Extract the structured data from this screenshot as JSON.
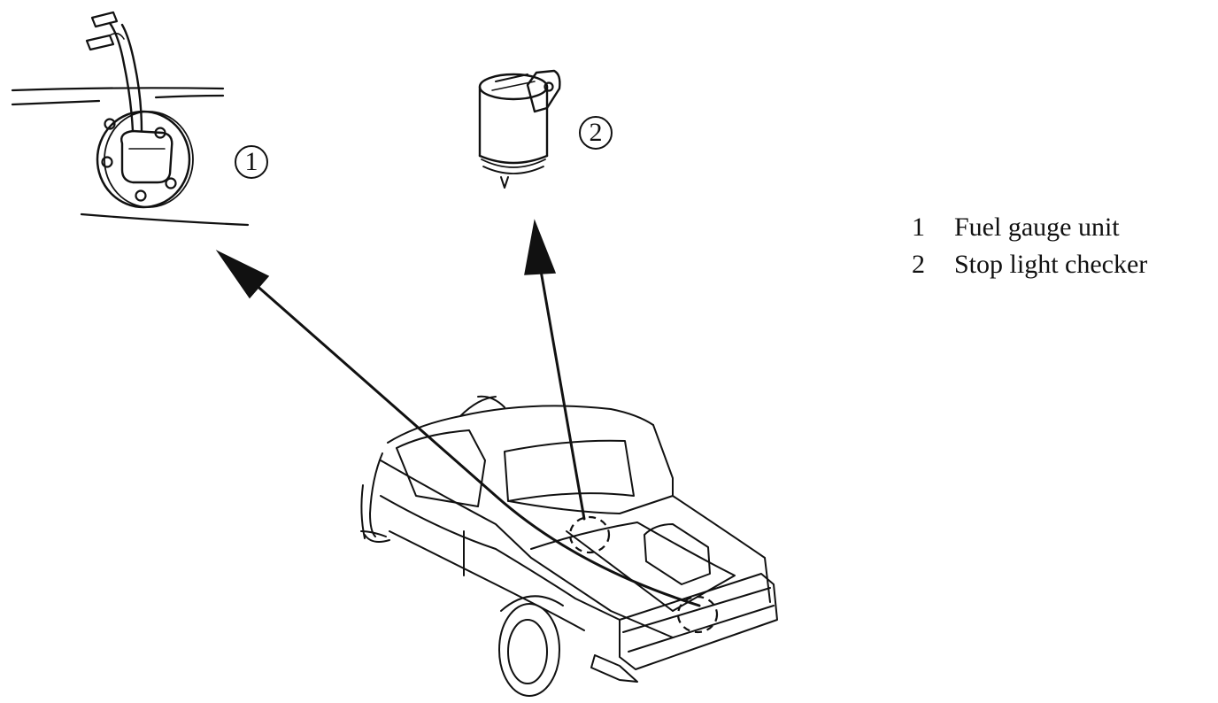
{
  "callouts": {
    "fuel_gauge": "1",
    "stop_light": "2"
  },
  "legend": {
    "items": [
      {
        "number": "1",
        "label": "Fuel gauge unit"
      },
      {
        "number": "2",
        "label": "Stop light checker"
      }
    ]
  },
  "colors": {
    "ink": "#111111",
    "paper": "#ffffff"
  }
}
